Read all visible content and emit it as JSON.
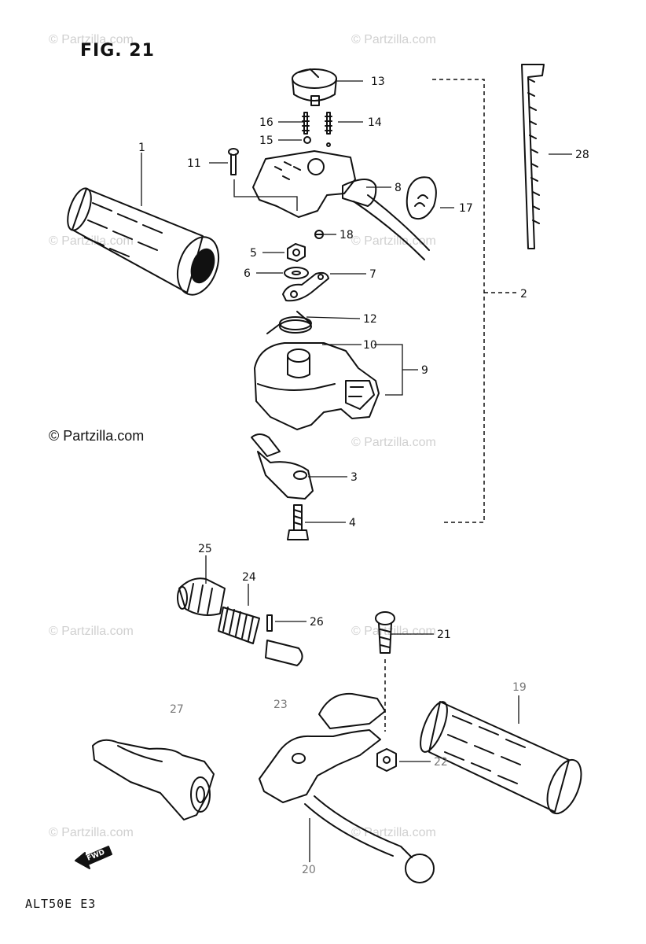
{
  "figure": {
    "title": "FIG. 21",
    "model_code": "ALT50E E3",
    "copyright": "© Partzilla.com",
    "watermark": "© Partzilla.com",
    "forward_arrow_label": "FWD"
  },
  "callouts": {
    "c1": "1",
    "c2": "2",
    "c3": "3",
    "c4": "4",
    "c5": "5",
    "c6": "6",
    "c7": "7",
    "c8": "8",
    "c9": "9",
    "c10": "10",
    "c11": "11",
    "c12": "12",
    "c13": "13",
    "c14": "14",
    "c15": "15",
    "c16": "16",
    "c17": "17",
    "c18": "18",
    "c19": "19",
    "c20": "20",
    "c21": "21",
    "c22": "22",
    "c23": "23",
    "c24": "24",
    "c25": "25",
    "c26": "26",
    "c27": "27",
    "c28": "28"
  },
  "colors": {
    "line": "#111111",
    "watermark": "#d0d0d0"
  }
}
